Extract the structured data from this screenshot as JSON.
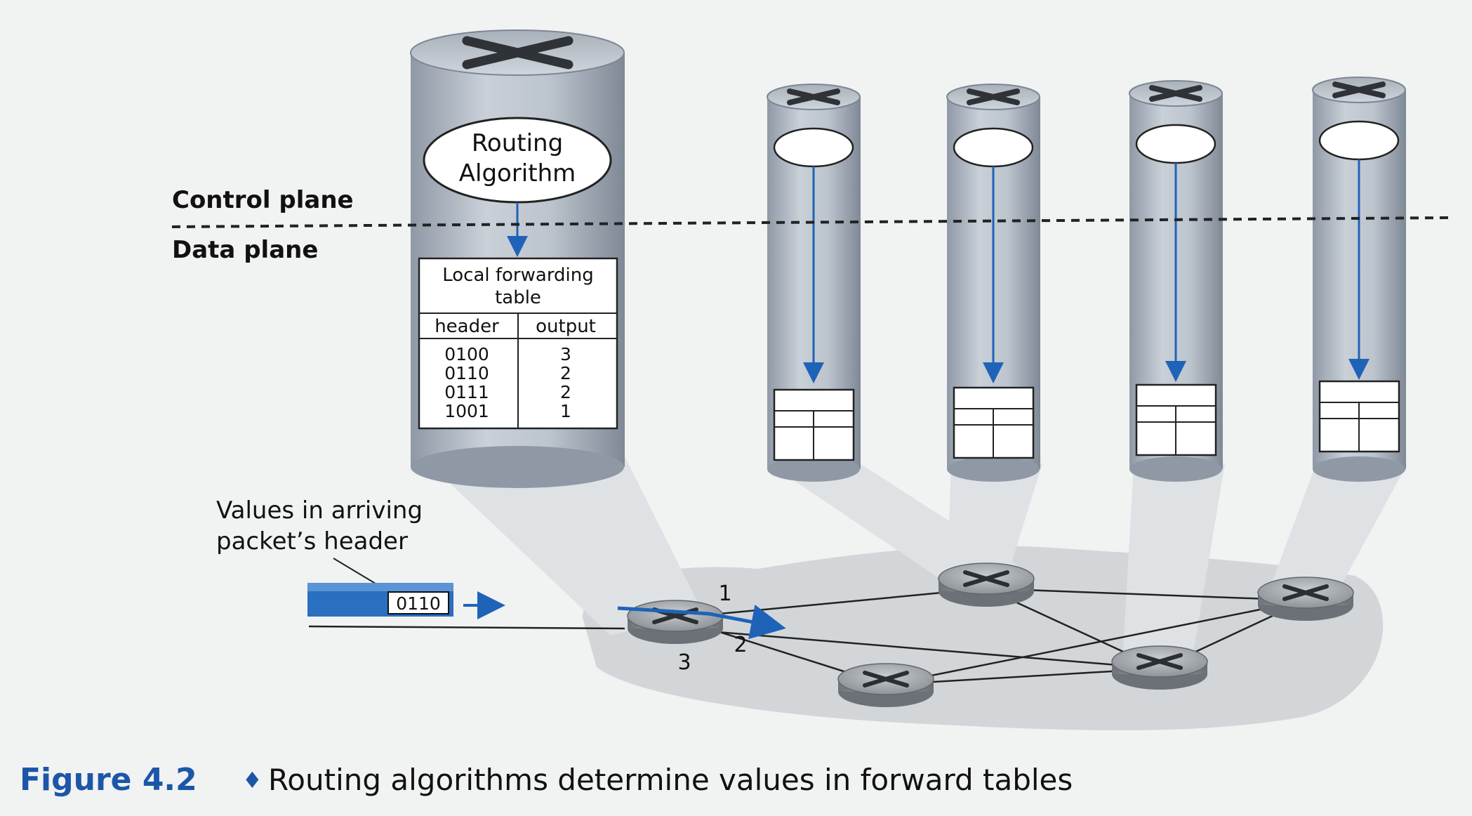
{
  "labels": {
    "control_plane": "Control plane",
    "data_plane": "Data plane",
    "routing_algorithm_line1": "Routing",
    "routing_algorithm_line2": "Algorithm",
    "arriving_header_line1": "Values in arriving",
    "arriving_header_line2": "packet’s header",
    "packet_header_value": "0110"
  },
  "forwarding_table": {
    "title_line1": "Local forwarding",
    "title_line2": "table",
    "columns": [
      "header",
      "output"
    ],
    "rows": [
      {
        "header": "0100",
        "output": "3"
      },
      {
        "header": "0110",
        "output": "2"
      },
      {
        "header": "0111",
        "output": "2"
      },
      {
        "header": "1001",
        "output": "1"
      }
    ]
  },
  "link_labels": [
    "1",
    "2",
    "3"
  ],
  "caption": {
    "figure_number": "Figure 4.2",
    "separator": "♦",
    "text": "Routing algorithms determine values in forward tables"
  },
  "colors": {
    "accent_blue": "#1f63b8",
    "figure_label": "#1c56a8",
    "cylinder": "#b4bdc8",
    "router": "#9ea3a8"
  },
  "icons": [
    "router-icon",
    "arrow-icon",
    "packet-icon"
  ]
}
